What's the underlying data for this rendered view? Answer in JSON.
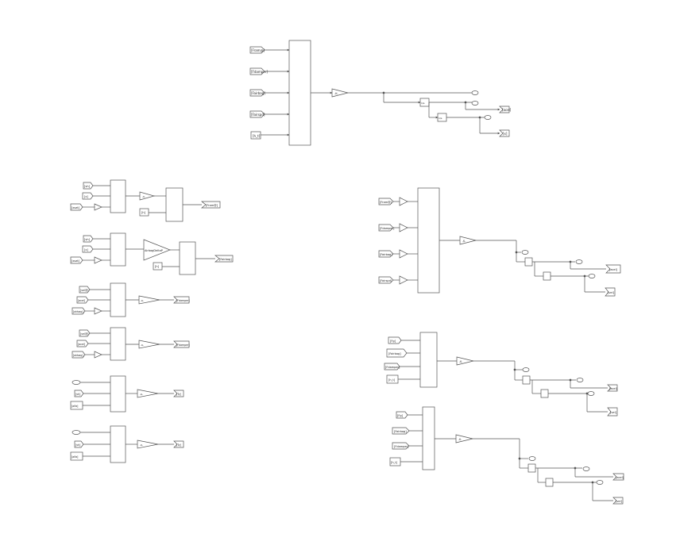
{
  "colors": {
    "line": "#555555",
    "block_stroke": "#444444",
    "background": "#ffffff"
  },
  "top_model": {
    "inputs": [
      "[Fram@]",
      "[Fdamper]",
      "[Fairbag]",
      "[Fairspd]",
      "[h_t]"
    ],
    "gain_label": "-K-",
    "mux_labels": [
      "1/s",
      "1/s"
    ],
    "outputs": [
      "[acel]",
      "[x]"
    ]
  },
  "left_groups": [
    {
      "inputs": [
        "[vh]",
        "[x]",
        "[xsat]"
      ],
      "gain_label": "-K-",
      "const_label": "[h]",
      "output": "[Fram@]"
    },
    {
      "inputs": [
        "[vh]",
        "[x]",
        "[xsat]"
      ],
      "gain_label": "AirbagDeltaP",
      "const_label": "[h]",
      "output": "[Fairbag]"
    },
    {
      "inputs": [
        "[vel@]",
        "[acel]",
        "[airbag]"
      ],
      "gain_label": "-K-",
      "output": "[Fdamper]"
    },
    {
      "inputs": [
        "[vel@]",
        "[acel]",
        "[airbag]"
      ],
      "gain_label": "-K-",
      "output": "[Fdamper]"
    },
    {
      "inputs": [
        "",
        "[vh]",
        "[alfa]"
      ],
      "gain_label": "-K-",
      "output": "[Ty]"
    },
    {
      "inputs": [
        "",
        "[vh]",
        "[alfa]"
      ],
      "gain_label": "-K-",
      "output": "[Ty]"
    }
  ],
  "right_models": [
    {
      "inputs": [
        "[Fram@]",
        "[Fdamper]",
        "[Fairbag]",
        "[Fairspd]"
      ],
      "gain_label": "-K-",
      "outputs": [
        "[acel]",
        "[vel]"
      ]
    },
    {
      "inputs": [
        "[Fg]",
        "[Fairbag]",
        "[Fdamper]",
        "[h_t]"
      ],
      "gain_label": "-K-",
      "outputs": [
        "[acel]",
        "[vel]"
      ]
    },
    {
      "inputs": [
        "[Fg]",
        "[Fairbag]",
        "[Fdamper]",
        "[h_t]"
      ],
      "gain_label": "-K-",
      "outputs": [
        "[acel]",
        "[vel]"
      ]
    }
  ]
}
